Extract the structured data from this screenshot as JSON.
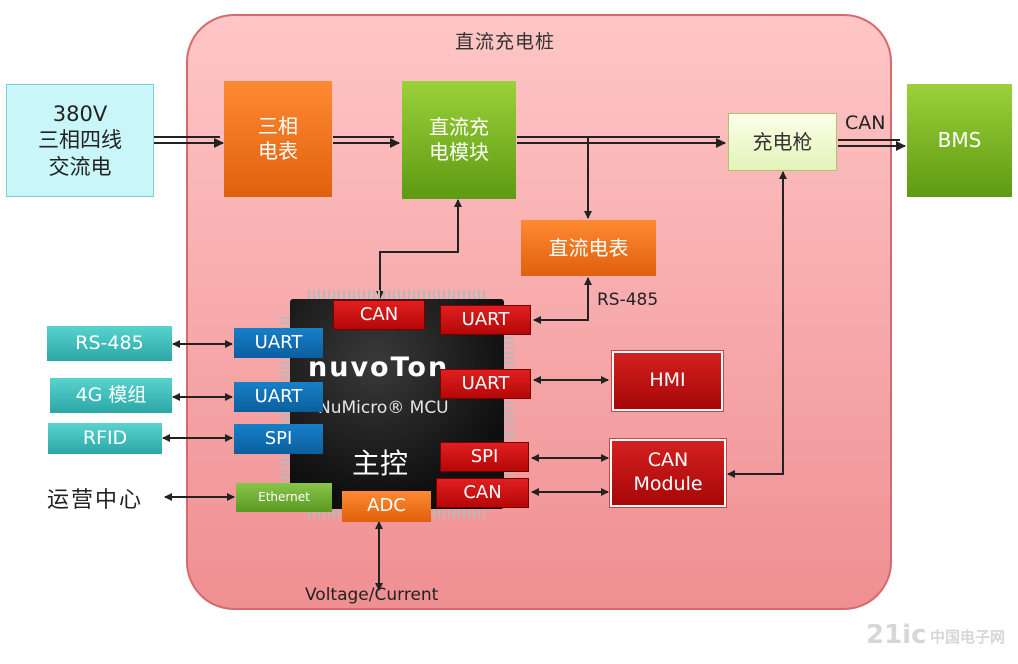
{
  "title": "直流充电桩",
  "ac_source": {
    "line1": "380V",
    "line2": "三相四线",
    "line3": "交流电"
  },
  "meter_3phase": {
    "line1": "三相",
    "line2": "电表"
  },
  "dc_module": {
    "line1": "直流充",
    "line2": "电模块"
  },
  "charging_gun": "充电枪",
  "bms": "BMS",
  "can_link_label": "CAN",
  "dc_meter": "直流电表",
  "rs485_link_label": "RS-485",
  "mcu": {
    "logo": "nuvoTon",
    "name": "NuMicro® MCU",
    "main": "主控",
    "ports": {
      "can_top": "CAN",
      "uart_right_top": "UART",
      "uart_right_mid": "UART",
      "spi_right": "SPI",
      "can_right": "CAN",
      "uart_left_1": "UART",
      "uart_left_2": "UART",
      "spi_left": "SPI",
      "ethernet": "Ethernet",
      "adc": "ADC"
    }
  },
  "peripherals": {
    "rs485": "RS-485",
    "module_4g": "4G 模组",
    "rfid": "RFID",
    "ops_center": "运营中心",
    "hmi": "HMI",
    "can_module": {
      "line1": "CAN",
      "line2": "Module"
    }
  },
  "voltage_current": "Voltage/Current",
  "watermark": {
    "main": "21ic",
    "sub": "中国电子网"
  }
}
